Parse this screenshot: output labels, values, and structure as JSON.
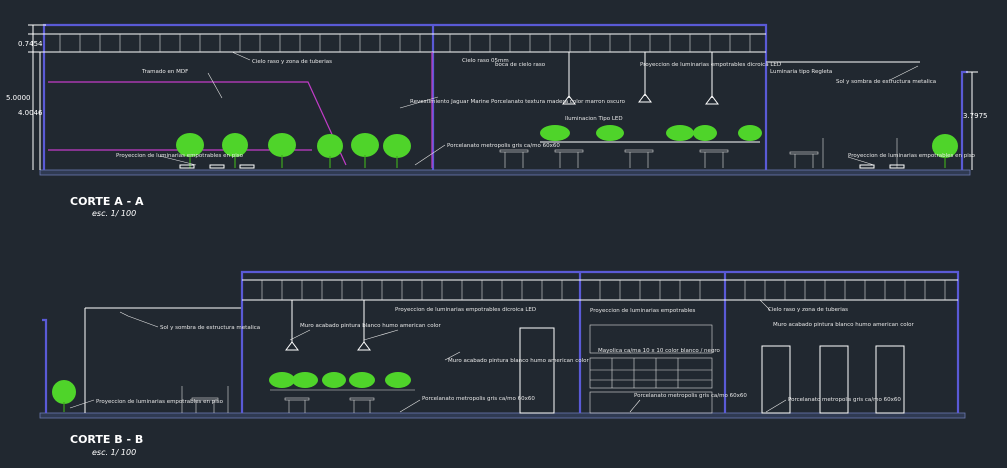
{
  "section_a": {
    "title": "CORTE A - A",
    "scale": "esc. 1/ 100",
    "dimensions": [
      "0.7454",
      "5.0000",
      "4.0046",
      "3.7975"
    ],
    "labels": [
      "Cielo raso y zona de tuberias",
      "Tramado en MDF",
      "Cielo raso 05mm",
      "boca de cielo raso",
      "Proyeccion de luminarias empotrables dicroica LED",
      "Luminaria tipo Regleta",
      "Sol y sombra de estructura metalica",
      "Revestimiento Jaguar Marine Porcelanato textura madera color marron oscuro",
      "Iluminacion Tipo LED",
      "Porcelanato metropolis gris ca/mo 60x60",
      "Proyeccion de luminarias empotrables en piso",
      "Proyeccion de luminarias empotrables en piso"
    ]
  },
  "section_b": {
    "title": "CORTE B - B",
    "scale": "esc. 1/ 100",
    "labels": [
      "Sol y sombra de estructura metalica",
      "Proyeccion de luminarias empotrables dicroica LED",
      "Muro acabado pintura blanco humo american color",
      "Muro acabado pintura blanco humo american color",
      "Proyeccion de luminarias empotrables",
      "Mayolica ca/ma 10 x 10 color blanco / negro",
      "Cielo raso y zona de tuberias",
      "Muro acabado pintura blanco humo american color",
      "Proyeccion de luminarias empotrables en piso",
      "Porcelanato metropolis gris ca/mo 60x60",
      "Porcelanato metropolis gris ca/mo 60x60",
      "Porcelanato metropolis gris ca/mo 60x60"
    ]
  }
}
